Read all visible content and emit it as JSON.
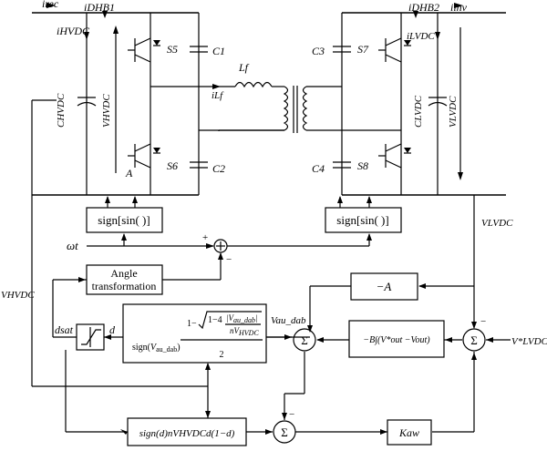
{
  "labels": {
    "i_rec": "irec",
    "i_dhb1": "iDHB1",
    "i_hvdc": "iHVDC",
    "i_dhb2": "iDHB2",
    "i_inv": "iinv",
    "i_lvdc": "iLVDC",
    "c_hvdc": "CHVDC",
    "v_hvdc_vertical": "VHVDC",
    "c_lvdc": "CLVDC",
    "v_lvdc_vertical": "VLVDC",
    "s5": "S5",
    "s6": "S6",
    "s7": "S7",
    "s8": "S8",
    "c1": "C1",
    "c2": "C2",
    "c3": "C3",
    "c4": "C4",
    "lf": "Lf",
    "i_lf": "iLf",
    "a": "A",
    "sign_sin_left": "sign[sin( )]",
    "sign_sin_right": "sign[sin( )]",
    "omega_t": "ωt",
    "plus": "+",
    "minus": "−",
    "angle_transformation_line1": "Angle",
    "angle_transformation_line2": "transformation",
    "v_lvdc_signal": "VLVDC",
    "v_hvdc_signal": "VHVDC",
    "neg_a": "−A",
    "d_sat": "dsat",
    "d": "d",
    "v_au_dab": "Vau_dab",
    "integral_block": "−B∫(V*out −Vout)",
    "v_lvdc_ref": "V*LVDC",
    "phase_formula": "sign(Vau_dab)·(1−√(1−4|Vau_dab|/(nVHVDC)))/2",
    "duty_block": "sign(d)nVHVDCd(1−d)",
    "k_aw": "Kaw",
    "sum": "Σ"
  }
}
